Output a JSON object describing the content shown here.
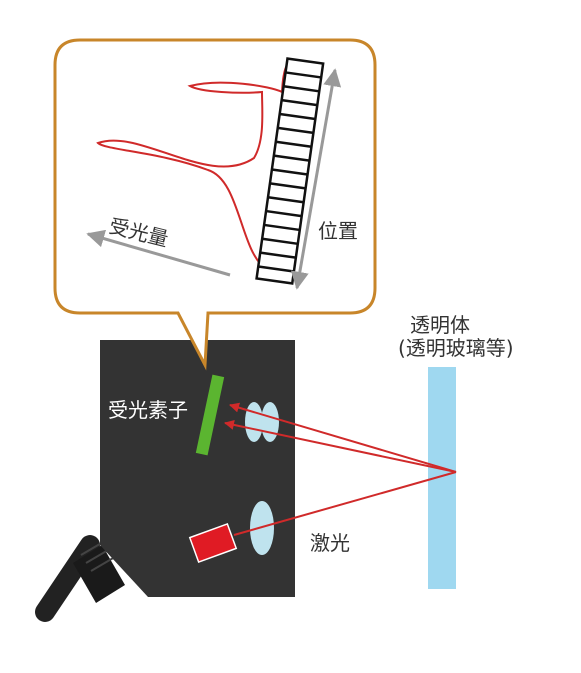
{
  "labels": {
    "received_light_amount": "受光量",
    "position": "位置",
    "transparent_body": "透明体",
    "transparent_examples": "(透明玻璃等)",
    "receiving_element": "受光素子",
    "laser": "激光"
  },
  "colors": {
    "sensor_body": "#333333",
    "bubble_border": "#c8862a",
    "profile_curve": "#d02a2a",
    "laser_ray": "#d02a2a",
    "receiver_element": "#5bb530",
    "laser_emitter": "#e01b24",
    "lens": "#bfe3ee",
    "glass": "#9fd8f0",
    "axis_arrow": "#999999",
    "cable": "#222222"
  },
  "icons": {
    "receiver": "green-receiver-bar",
    "emitter": "red-laser-diode",
    "lenses": "lens-pair"
  }
}
